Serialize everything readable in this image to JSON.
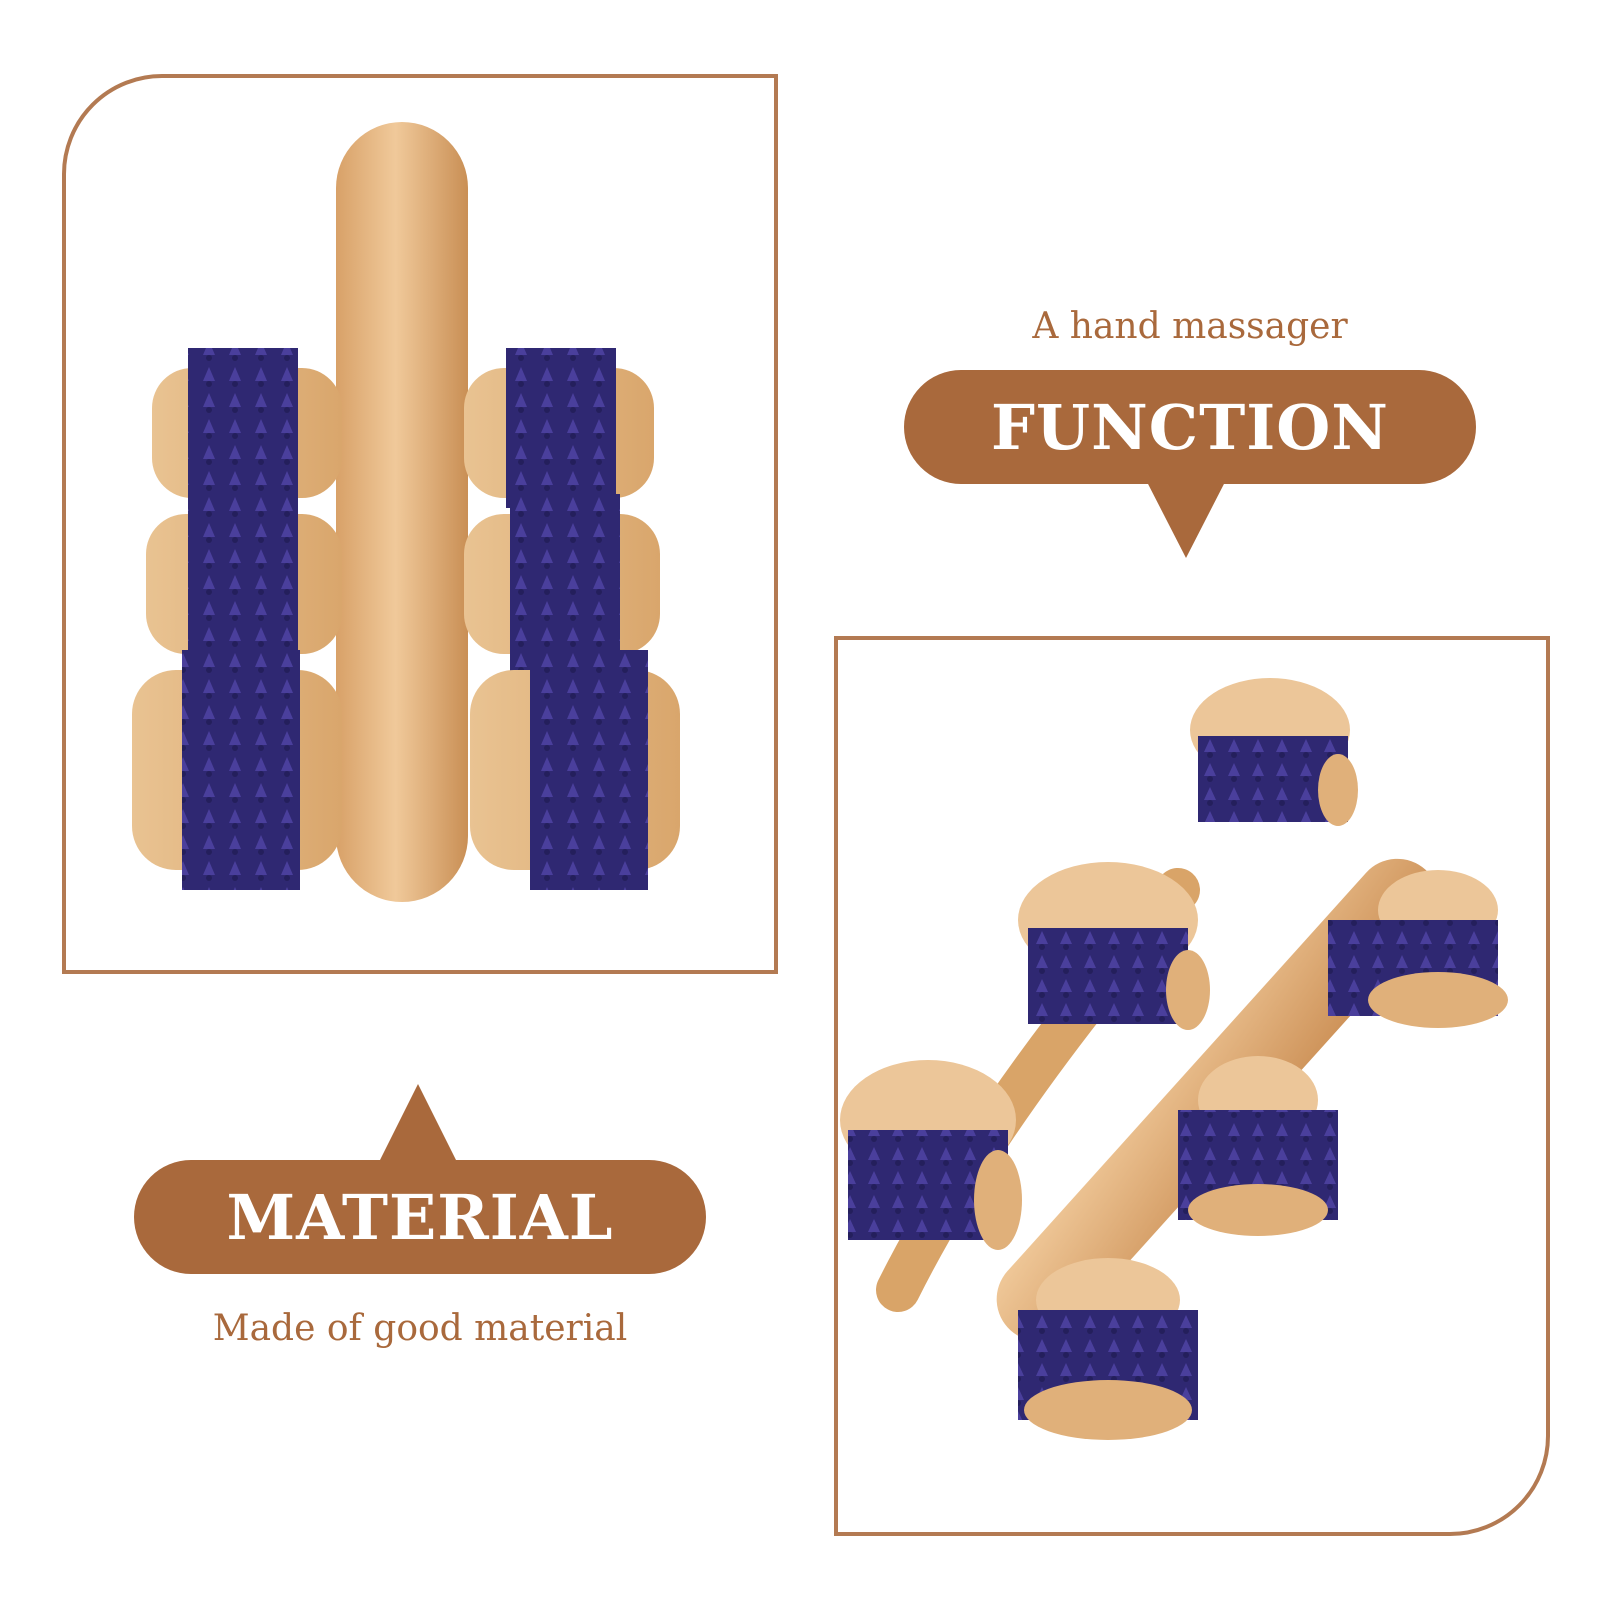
{
  "function_section": {
    "caption": "A hand massager",
    "label": "FUNCTION"
  },
  "material_section": {
    "label": "MATERIAL",
    "caption": "Made of good material"
  },
  "colors": {
    "accent": "#a9693c",
    "frame_border": "#b37a52",
    "wood": "#e6b884",
    "roller_nodes": "#3a2f7a"
  },
  "images": {
    "top_left": "wooden-hand-massager-top-view",
    "bottom_right": "wooden-hand-massager-angled-view"
  }
}
